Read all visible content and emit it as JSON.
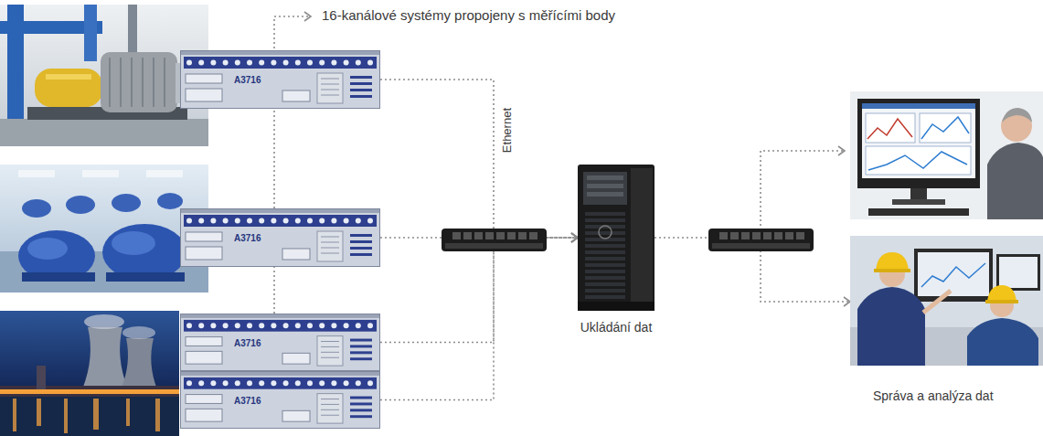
{
  "diagram": {
    "nodes": [
      {
        "text": [
          "A3716"
        ]
      },
      {
        "text": [
          "A3716"
        ]
      },
      {
        "text": [
          "A3716"
        ]
      },
      {
        "text": [
          "A3716"
        ]
      },
      {
        "text": [
          "Ukládání dat"
        ]
      },
      {
        "text": [
          "Správa a analýza dat"
        ]
      }
    ],
    "edges": [
      {
        "from": 0,
        "to": 4,
        "arrow": "to"
      },
      {
        "from": 1,
        "to": 4,
        "arrow": "to"
      },
      {
        "from": 2,
        "to": 4,
        "arrow": "to"
      },
      {
        "from": 3,
        "to": 4,
        "arrow": "to"
      },
      {
        "from": 4,
        "to": 5,
        "arrow": "to"
      }
    ],
    "labels": [
      "16-kanálové systémy propojeny s měřícími body",
      "Ethernet"
    ]
  }
}
